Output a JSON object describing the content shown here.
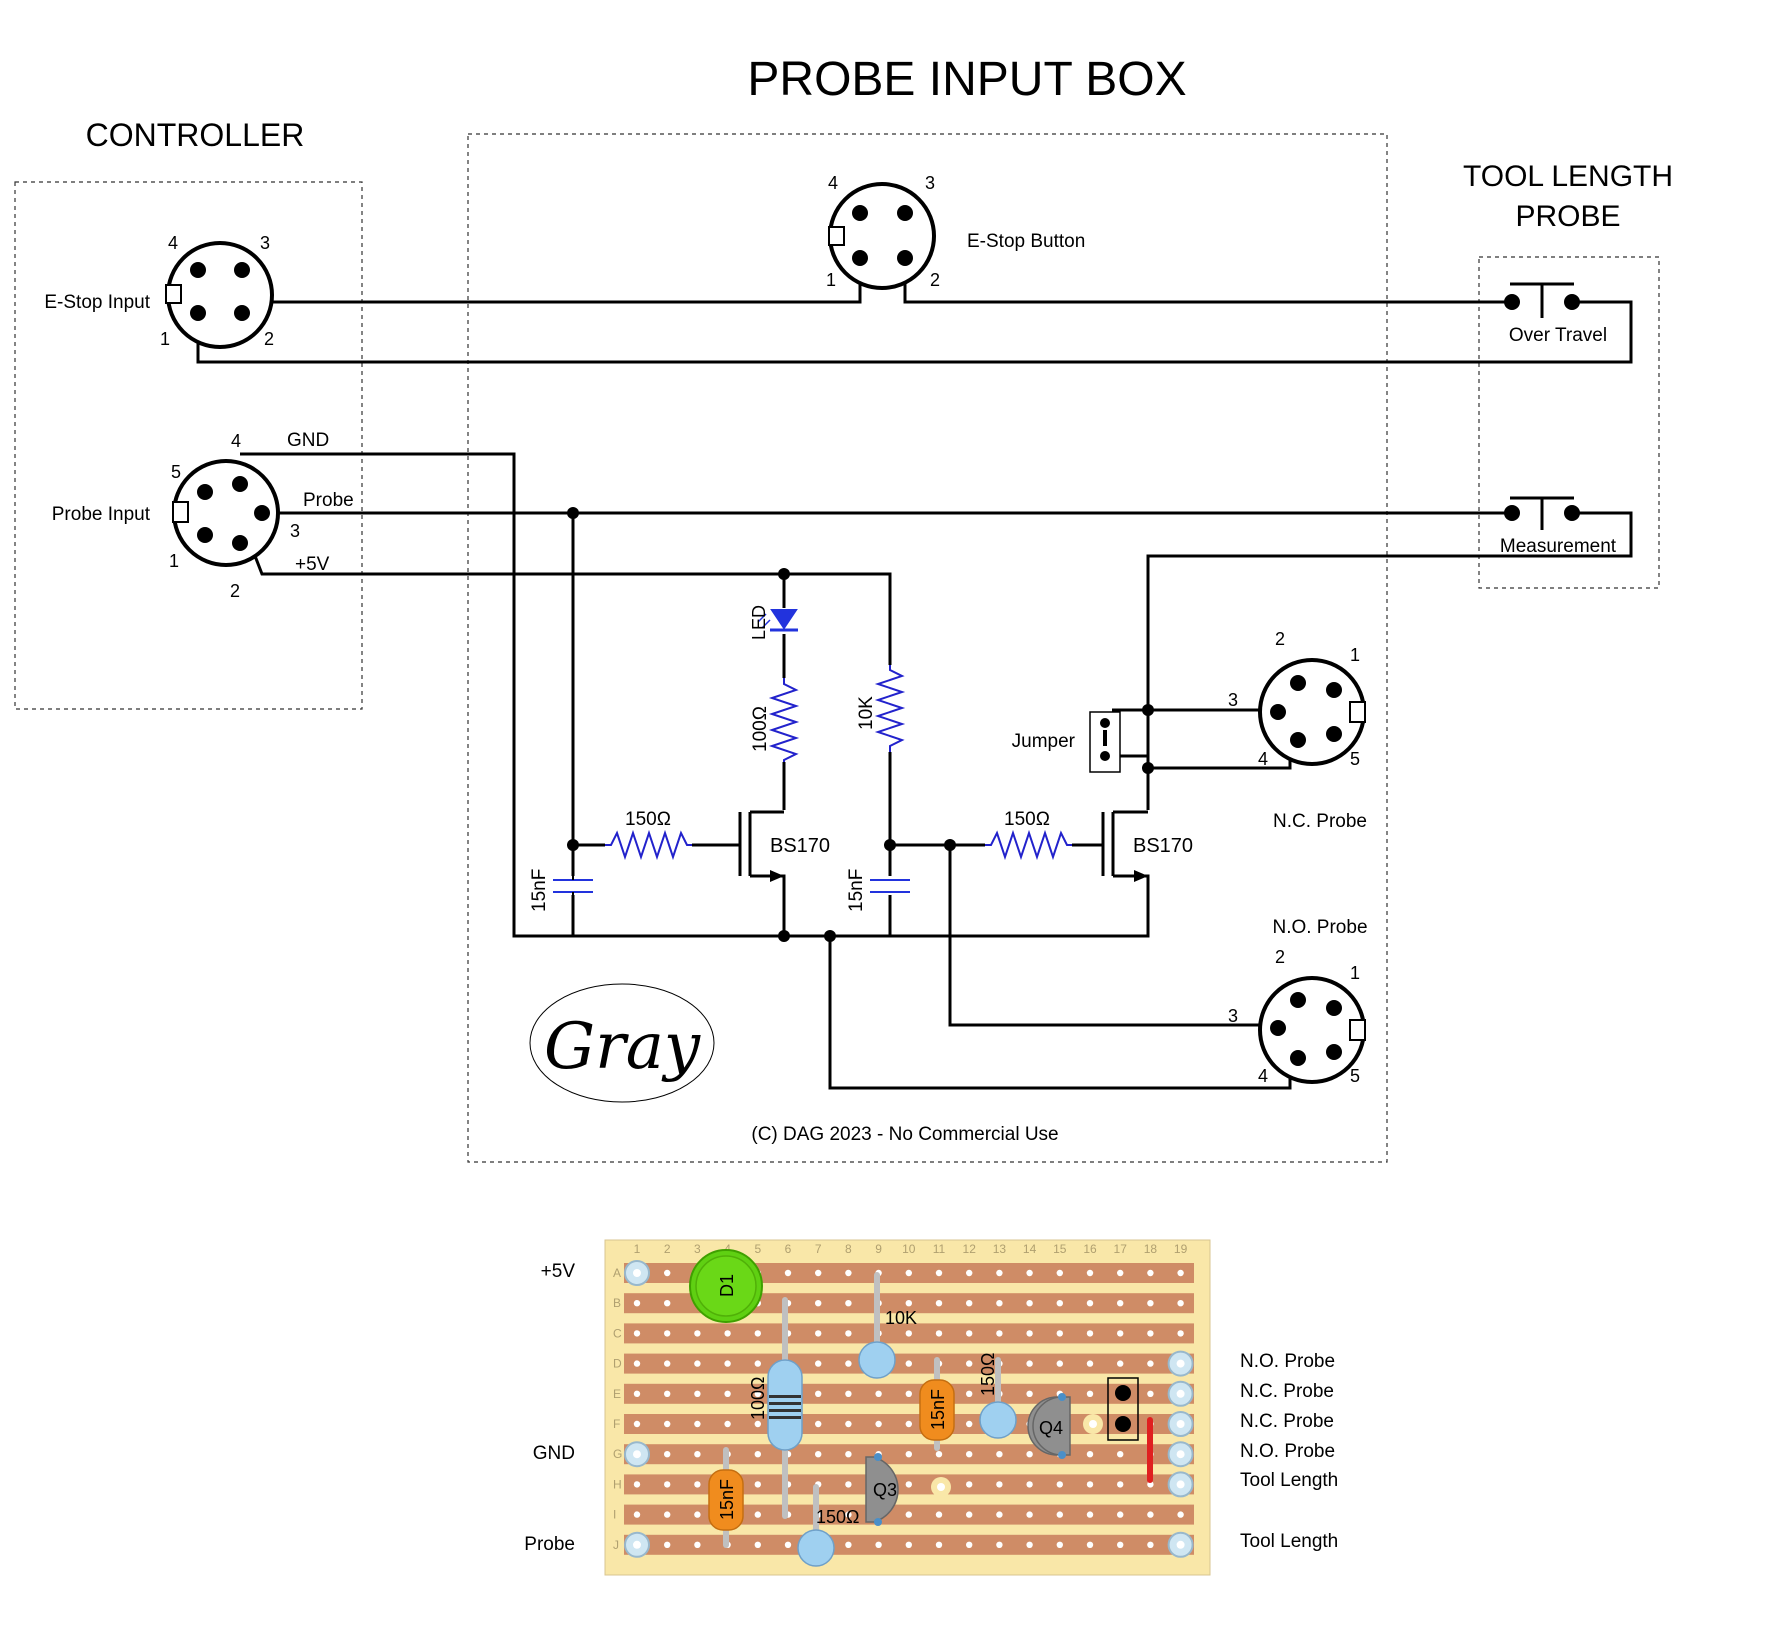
{
  "titles": {
    "main": "PROBE INPUT BOX",
    "controller": "CONTROLLER",
    "tool_length_1": "TOOL LENGTH",
    "tool_length_2": "PROBE"
  },
  "controller": {
    "estop_label": "E-Stop Input",
    "estop_pins": [
      "4",
      "3",
      "1",
      "2"
    ],
    "probe_label": "Probe Input",
    "probe_pins": [
      "4",
      "5",
      "3",
      "1",
      "2"
    ],
    "wire_gnd": "GND",
    "wire_probe": "Probe",
    "wire_5v": "+5V"
  },
  "box": {
    "estop_button_label": "E-Stop Button",
    "estop_button_pins": [
      "4",
      "3",
      "1",
      "2"
    ],
    "led_label": "LED",
    "r_100": "100Ω",
    "r_10k": "10K",
    "r_150_a": "150Ω",
    "r_150_b": "150Ω",
    "q_a": "BS170",
    "q_b": "BS170",
    "c_a": "15nF",
    "c_b": "15nF",
    "jumper": "Jumper",
    "nc_probe": "N.C. Probe",
    "no_probe": "N.O. Probe",
    "nc_pins": [
      "2",
      "1",
      "3",
      "4",
      "5"
    ],
    "no_pins": [
      "2",
      "1",
      "3",
      "4",
      "5"
    ],
    "logo": "Gray",
    "copyright": "(C) DAG 2023 - No Commercial Use"
  },
  "tool_length": {
    "over_travel": "Over Travel",
    "measurement": "Measurement"
  },
  "board": {
    "left_labels": {
      "plus5v": "+5V",
      "gnd": "GND",
      "probe": "Probe"
    },
    "right_labels": [
      "N.O. Probe",
      "N.C. Probe",
      "N.C. Probe",
      "N.O. Probe",
      "Tool Length",
      "Tool Length"
    ],
    "columns": [
      "1",
      "2",
      "3",
      "4",
      "5",
      "6",
      "7",
      "8",
      "9",
      "10",
      "11",
      "12",
      "13",
      "14",
      "15",
      "16",
      "17",
      "18",
      "19"
    ],
    "rows": [
      "A",
      "B",
      "C",
      "D",
      "E",
      "F",
      "G",
      "H",
      "I",
      "J"
    ],
    "components": {
      "d1": "D1",
      "r_10k": "10K",
      "r_100": "100Ω",
      "r_150_top": "150Ω",
      "r_150_bottom": "150Ω",
      "c_top": "15nF",
      "c_bottom": "15nF",
      "q3": "Q3",
      "q4": "Q4"
    }
  }
}
